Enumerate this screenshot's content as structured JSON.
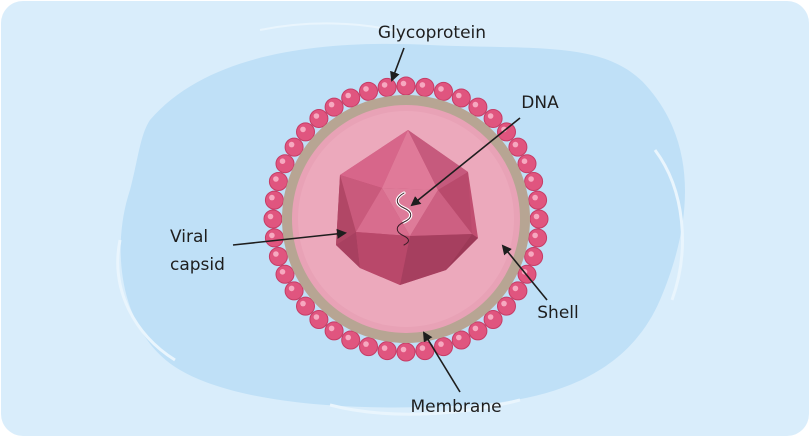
{
  "diagram": {
    "title": "",
    "labels": {
      "glycoprotein": "Glycoprotein",
      "dna": "DNA",
      "viral_capsid_line1": "Viral",
      "viral_capsid_line2": "capsid",
      "shell": "Shell",
      "membrane": "Membrane"
    },
    "colors": {
      "background_card": "#d9edfb",
      "blob": "#bfe0f7",
      "glycoprotein_knob": "#e0557f",
      "shell_ring": "#b7a593",
      "membrane_fill": "#e8a2b6",
      "capsid_face": "#c9577a",
      "arrow": "#1e1e1e"
    },
    "glycoprotein_count": 44
  }
}
